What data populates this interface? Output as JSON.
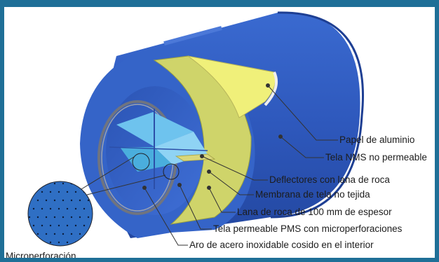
{
  "labels": {
    "aluminum_foil": "Papel de aluminio",
    "nms_fabric": "Tela NMS no permeable",
    "deflectors": "Deflectores con lana de roca",
    "nonwoven_membrane": "Membrana de tela no tejida",
    "rock_wool": "Lana de roca de 100 mm de espesor",
    "pms_fabric": "Tela permeable PMS con microperforaciones",
    "steel_ring": "Aro de acero inoxidable cosido en el interior",
    "microperforation": "Microperforación"
  },
  "colors": {
    "frame": "#1f6f97",
    "outer_shell": "#2f55b8",
    "rock_wool": "#cfd46a",
    "aluminum": "#f0f07a",
    "deflector": "#6ec3ee",
    "leader": "#333333"
  }
}
